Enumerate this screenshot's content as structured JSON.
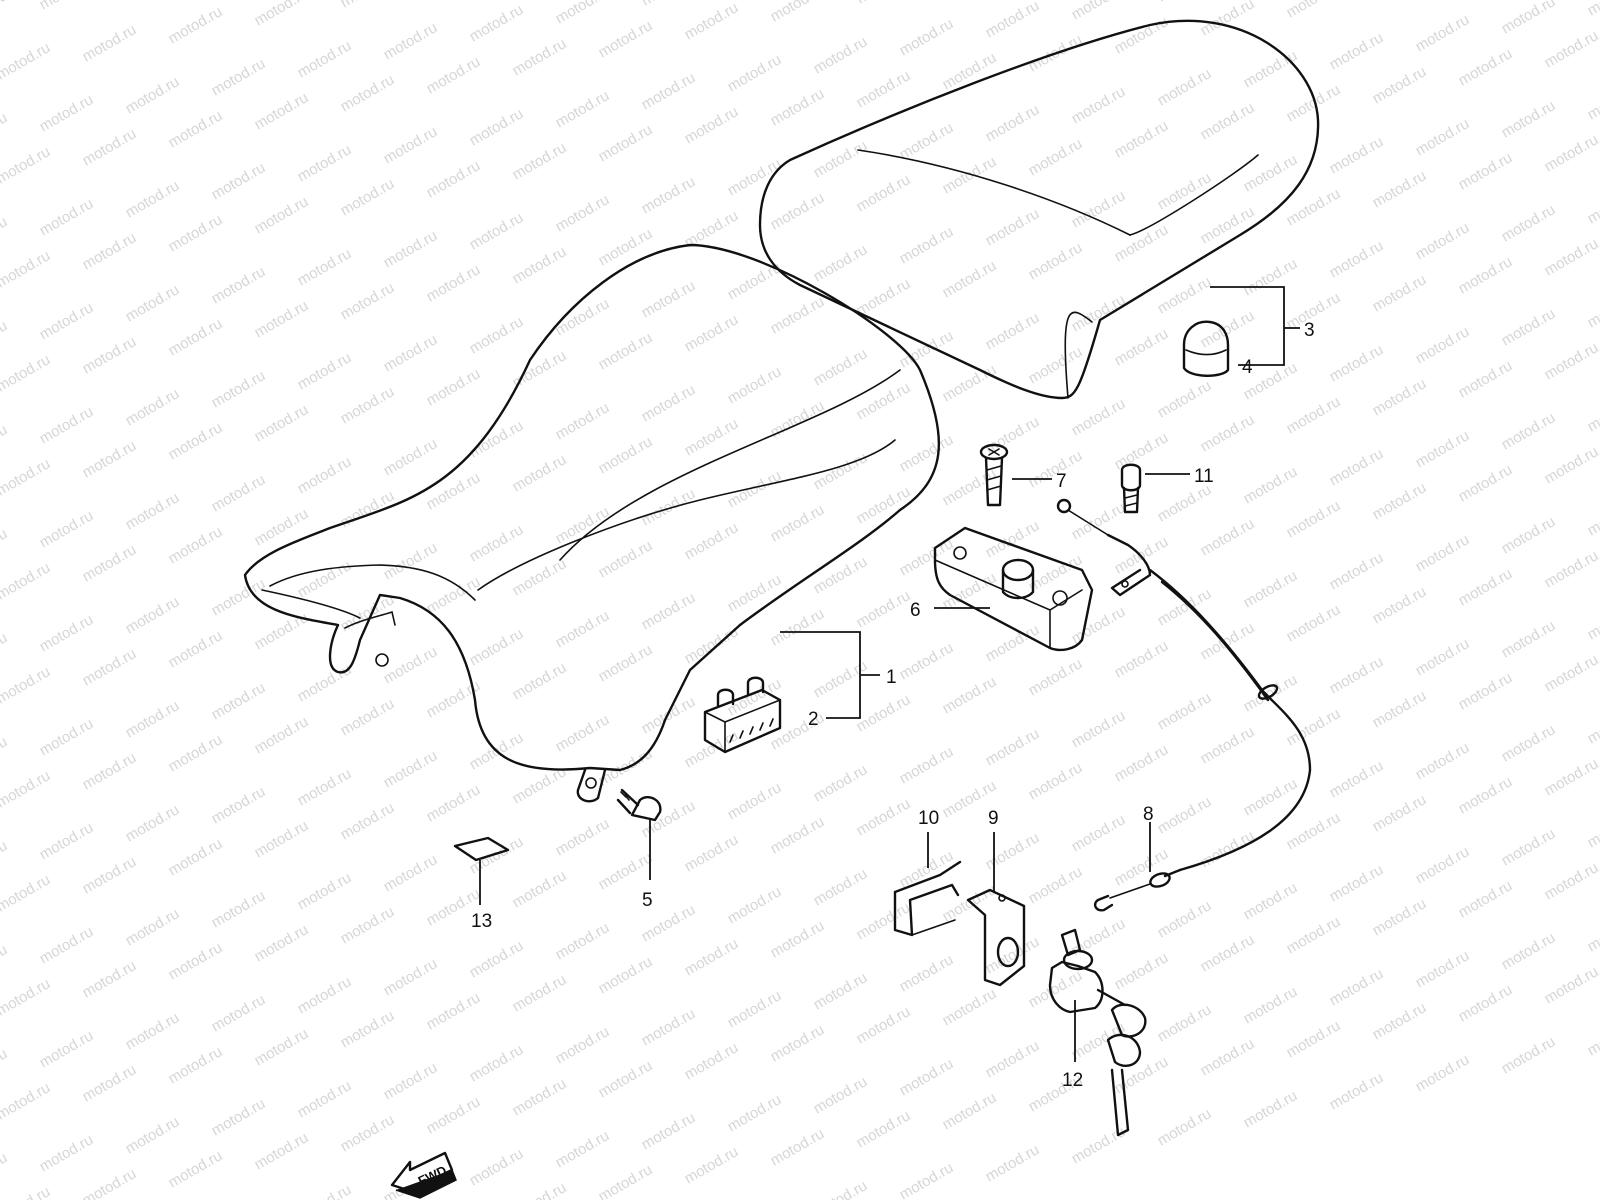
{
  "watermark": {
    "text": "motod.ru",
    "color": "#d6d6d6"
  },
  "callouts": [
    {
      "id": "1",
      "label": "1"
    },
    {
      "id": "2",
      "label": "2"
    },
    {
      "id": "3",
      "label": "3"
    },
    {
      "id": "4",
      "label": "4"
    },
    {
      "id": "5",
      "label": "5"
    },
    {
      "id": "6",
      "label": "6"
    },
    {
      "id": "7",
      "label": "7"
    },
    {
      "id": "8",
      "label": "8"
    },
    {
      "id": "9",
      "label": "9"
    },
    {
      "id": "10",
      "label": "10"
    },
    {
      "id": "11",
      "label": "11"
    },
    {
      "id": "12",
      "label": "12"
    },
    {
      "id": "13",
      "label": "13"
    }
  ],
  "fwd_arrow": {
    "label": "FWD"
  }
}
